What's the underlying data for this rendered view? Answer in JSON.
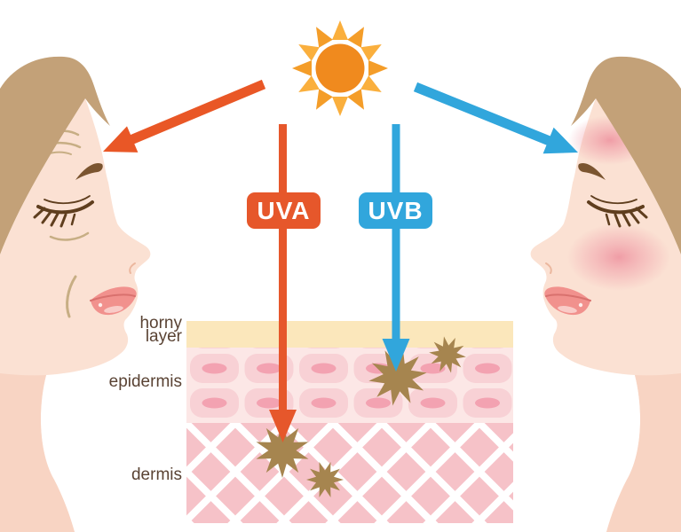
{
  "uv_rays": {
    "uva": {
      "label": "UVA",
      "color": "#E6572B",
      "reaches": "dermis"
    },
    "uvb": {
      "label": "UVB",
      "color": "#31A6DC",
      "reaches": "epidermis"
    }
  },
  "skin_layers": {
    "horny_layer_label": "horny layer",
    "epidermis_label": "epidermis",
    "dermis_label": "dermis",
    "label_color": "#5A4334",
    "horny_layer_color": "#FBE7BB",
    "epidermis_color": "#FCE7E6",
    "cell_color": "#F8D1D5",
    "cell_nucleus_color": "#F3A2B1",
    "dermis_color": "#F6C2C8"
  },
  "damage_marks": {
    "color": "#A6854F",
    "epidermis_count": 2,
    "dermis_count": 2
  },
  "sun": {
    "core_color": "#F08A1E",
    "ray_color": "#F8A734"
  },
  "faces": {
    "left": {
      "feature": "wrinkles",
      "skin_color": "#FBE1D3",
      "hair_color": "#C3A178"
    },
    "right": {
      "feature": "sunburn-redness",
      "skin_color": "#FBE1D3",
      "hair_color": "#C3A178",
      "blush_color": "#EE94A3"
    }
  }
}
